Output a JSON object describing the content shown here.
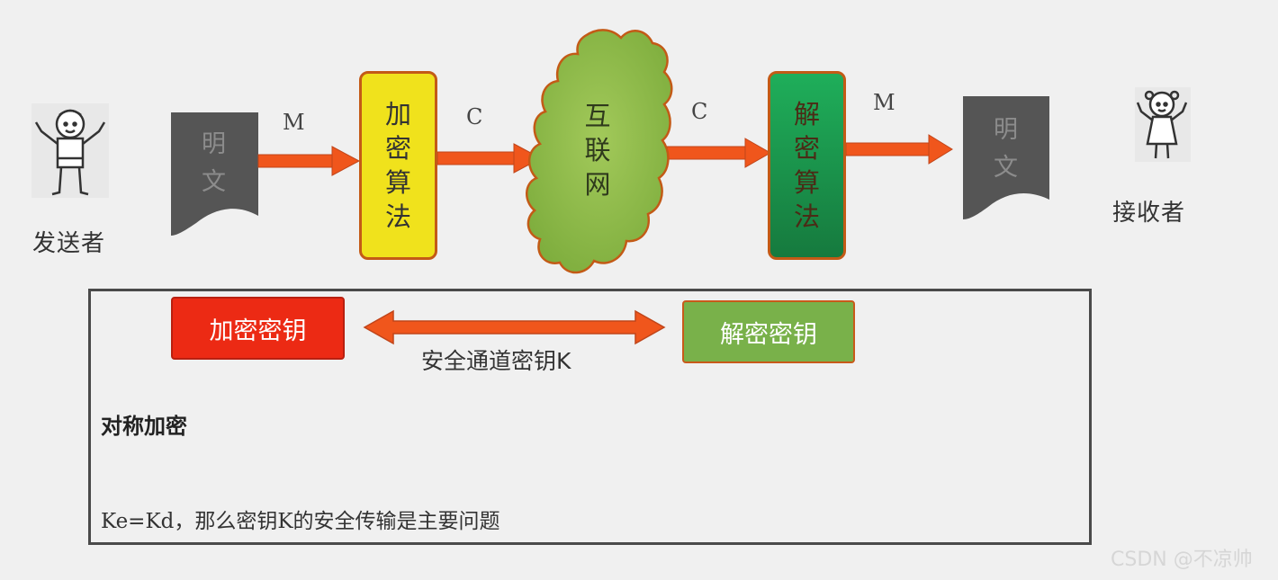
{
  "sender": {
    "label": "发送者"
  },
  "receiver": {
    "label": "接收者"
  },
  "plaintext_left": {
    "label": "明文"
  },
  "plaintext_right": {
    "label": "明文"
  },
  "encrypt_algorithm": {
    "label": "加密算法"
  },
  "decrypt_algorithm": {
    "label": "解密算法"
  },
  "internet": {
    "label": "互联网"
  },
  "arrows": {
    "plain_to_encrypt": "M",
    "encrypt_to_internet": "C",
    "internet_to_decrypt": "C",
    "decrypt_to_plain": "M"
  },
  "keys": {
    "encryption_key": "加密密钥",
    "decryption_key": "解密密钥",
    "secure_channel": "安全通道密钥K"
  },
  "panel": {
    "heading": "对称加密",
    "note": "Ke=Kd，那么密钥K的安全传输是主要问题"
  },
  "watermark": "CSDN @不凉帅",
  "colors": {
    "arrow": "#f0561c",
    "encrypt_box": "#f0e21c",
    "decrypt_box": "#1fae5a",
    "cloud": "#8dba4a",
    "encryption_key_box": "#ec2a14",
    "decryption_key_box": "#79b14a",
    "document": "#555555"
  }
}
